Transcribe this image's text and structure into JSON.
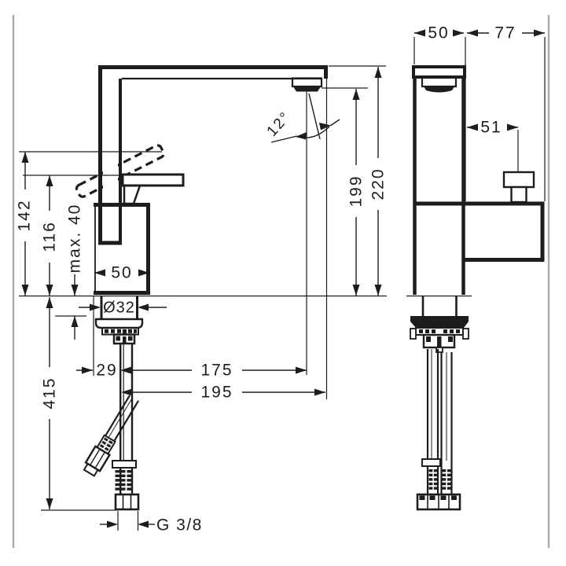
{
  "drawing_type": "faucet-technical-dimension-drawing",
  "colors": {
    "ink": "#1d1d1b",
    "frame_line": "#a9a9a9",
    "background": "#ffffff"
  },
  "front_view": {
    "dims": {
      "lever_height": "142",
      "outlet_height": "116",
      "max_mounting_thickness": "max. 40",
      "body_width": "50",
      "hole_diameter": "Ø32",
      "hose_offset": "29",
      "spout_reach": "175",
      "overall_reach": "195",
      "hose_length": "415",
      "connection_thread": "G 3/8",
      "height_to_spout_top": "220",
      "outlet_clearance": "199",
      "spray_angle": "12°"
    }
  },
  "side_view": {
    "dims": {
      "body_depth": "50",
      "base_depth": "77",
      "handle_offset": "51"
    }
  }
}
